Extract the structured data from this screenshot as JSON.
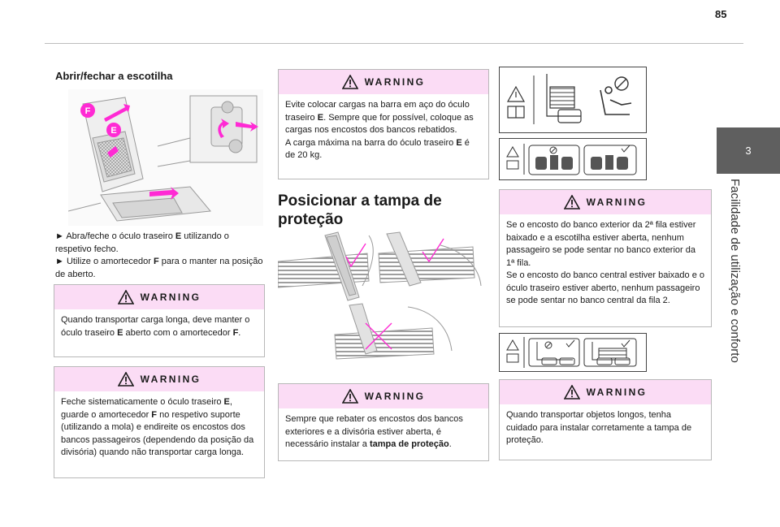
{
  "page": {
    "number": "85"
  },
  "sidebar": {
    "chapter_number": "3",
    "chapter_title": "Facilidade de utilização e conforto"
  },
  "column1": {
    "section_title": "Abrir/fechar a escotilha",
    "figure_labels": {
      "f": "F",
      "e": "E"
    },
    "instructions": [
      {
        "bullet": "►",
        "before": "Abra/feche o óculo traseiro ",
        "bold": "E",
        "after": " utilizando o respetivo fecho."
      },
      {
        "bullet": "►",
        "before": "Utilize o amortecedor ",
        "bold": "F",
        "after": " para o manter na posição de aberto."
      }
    ],
    "warning1": {
      "title": "WARNING",
      "parts": [
        "Quando transportar carga longa, deve manter o óculo traseiro ",
        "E",
        " aberto com o amortecedor ",
        "F",
        "."
      ]
    },
    "warning2": {
      "title": "WARNING",
      "parts": [
        "Feche sistematicamente o óculo traseiro ",
        "E",
        ", guarde o amortecedor ",
        "F",
        " no respetivo suporte (utilizando a mola) e endireite os encostos dos bancos passageiros (dependendo da posição da divisória) quando não transportar carga longa."
      ]
    }
  },
  "column2": {
    "warning1": {
      "title": "WARNING",
      "line1_parts": [
        "Evite colocar cargas na barra em aço do óculo traseiro ",
        "E",
        ". Sempre que for possível, coloque as cargas nos encostos dos bancos rebatidos."
      ],
      "line2_parts": [
        "A carga máxima na barra do óculo traseiro ",
        "E",
        " é de 20 kg."
      ]
    },
    "section_title": "Posicionar a tampa de proteção",
    "warning2": {
      "title": "WARNING",
      "parts": [
        "Sempre que rebater os encostos dos bancos exteriores e a divisória estiver aberta, é necessário instalar a ",
        "tampa de proteção",
        "."
      ]
    }
  },
  "column3": {
    "warning1": {
      "title": "WARNING",
      "line1": "Se o encosto do banco exterior da 2ª fila estiver baixado e a escotilha estiver aberta, nenhum passageiro se pode sentar no banco exterior da 1ª fila.",
      "line2": "Se o encosto do banco central estiver baixado e o óculo traseiro estiver aberto, nenhum passageiro se pode sentar no banco central da fila 2."
    },
    "warning2": {
      "title": "WARNING",
      "text": "Quando transportar objetos longos, tenha cuidado para instalar corretamente a tampa de proteção."
    }
  },
  "colors": {
    "warning_header": "#fbdcf5",
    "accent_magenta": "#ff2ad4",
    "tab_gray": "#5f5f5f"
  },
  "icons": [
    "warning-triangle-icon",
    "manual-book-icon",
    "no-entry-icon",
    "check-icon",
    "cross-icon",
    "seat-icon"
  ]
}
